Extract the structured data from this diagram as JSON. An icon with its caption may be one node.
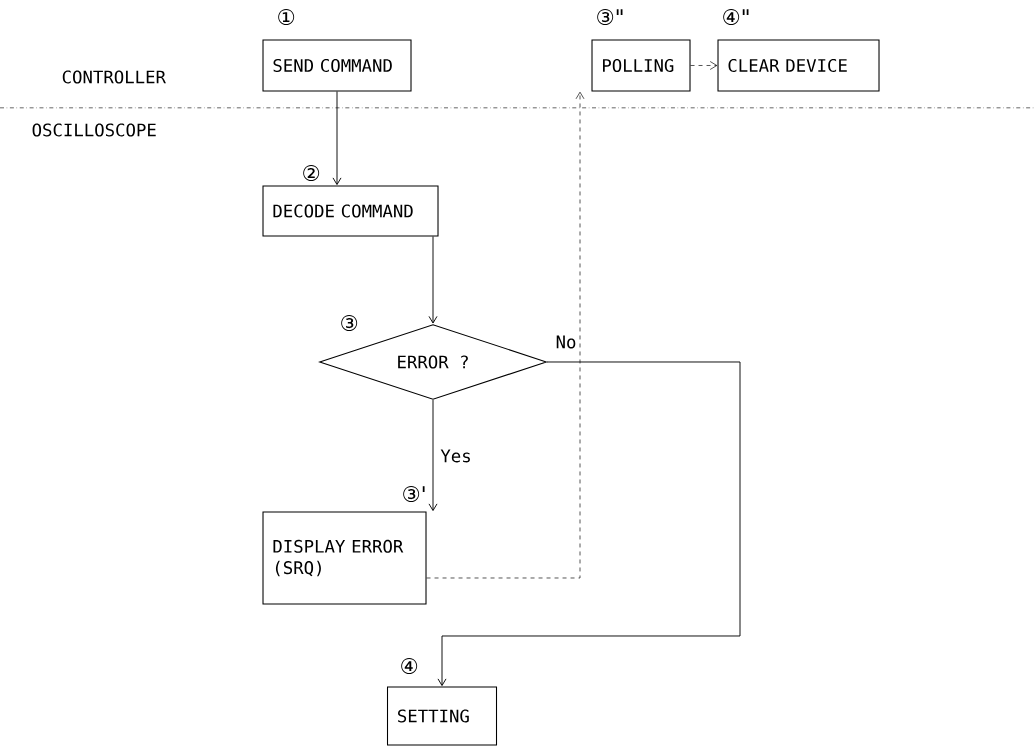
{
  "diagram": {
    "nodes": [
      {
        "text": [
          "SEND COMMAND"
        ],
        "beside": [
          "①"
        ]
      },
      {
        "text": [
          "POLLING"
        ],
        "beside": [
          "③\""
        ]
      },
      {
        "text": [
          "CLEAR DEVICE"
        ],
        "beside": [
          "④\""
        ]
      },
      {
        "text": [
          "DECODE COMMAND"
        ],
        "beside": [
          "②"
        ]
      },
      {
        "text": [
          "ERROR ?"
        ],
        "beside": [
          "③"
        ]
      },
      {
        "text": [
          "DISPLAY ERROR (SRQ)"
        ],
        "beside": [
          "③'"
        ]
      },
      {
        "text": [
          "SETTING"
        ],
        "beside": [
          "④"
        ]
      }
    ],
    "edges": [
      {
        "from": 0,
        "to": 3,
        "arrow": "to"
      },
      {
        "from": 3,
        "to": 4,
        "arrow": "to"
      },
      {
        "from": 4,
        "to": 5,
        "arrow": "to",
        "label": "Yes"
      },
      {
        "from": 4,
        "to": 6,
        "arrow": "to",
        "label": "No"
      },
      {
        "from": 5,
        "to": 1,
        "arrow": "to",
        "style": "dashed"
      },
      {
        "from": 1,
        "to": 2,
        "arrow": "to",
        "style": "dashed"
      }
    ],
    "labels": [
      "CONTROLLER",
      "OSCILLOSCOPE"
    ]
  }
}
